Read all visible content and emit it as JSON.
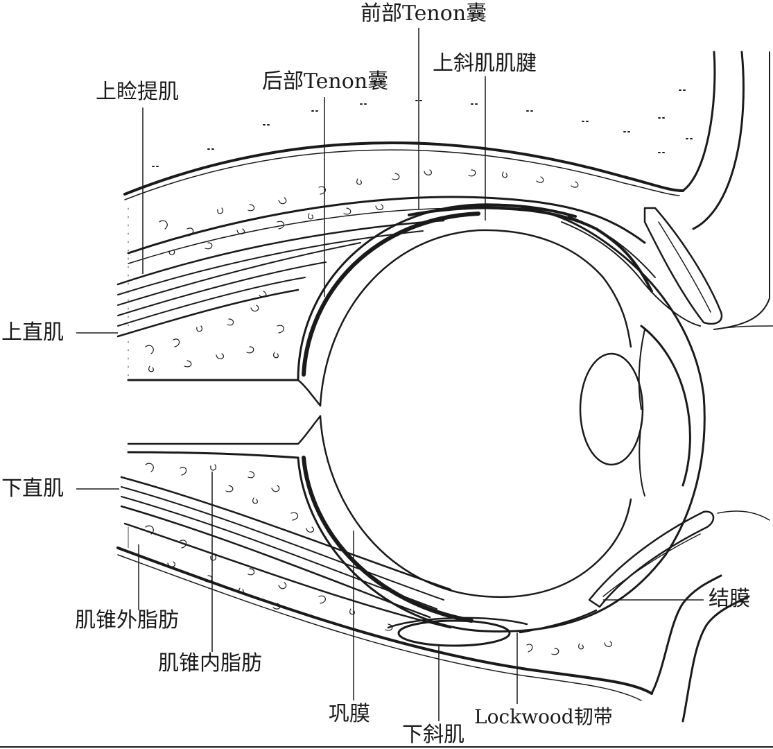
{
  "labels": {
    "anterior_tenon": "前部Tenon囊",
    "superior_oblique_tendon": "上斜肌肌腱",
    "posterior_tenon": "后部Tenon囊",
    "levator": "上睑提肌",
    "superior_rectus": "上直肌",
    "inferior_rectus": "下直肌",
    "extraconal_fat": "肌锥外脂肪",
    "intraconal_fat": "肌锥内脂肪",
    "sclera": "巩膜",
    "inferior_oblique": "下斜肌",
    "lockwood": "Lockwood韧带",
    "conjunctiva": "结膜"
  },
  "colors": {
    "ink": "#1a1a1a",
    "background": "#ffffff"
  }
}
